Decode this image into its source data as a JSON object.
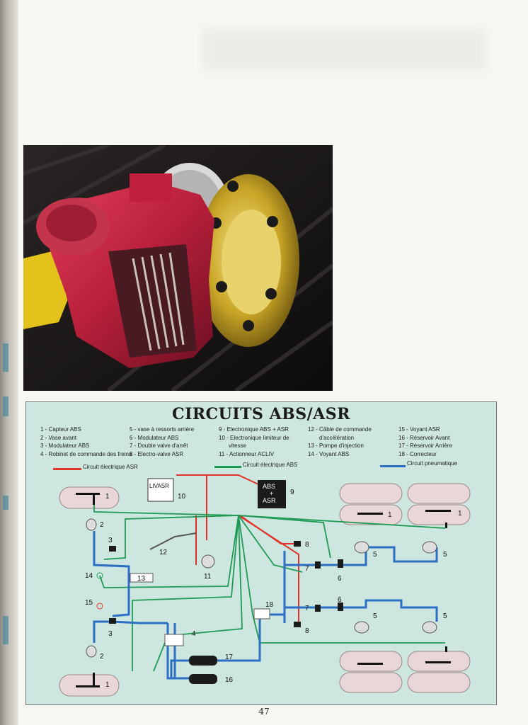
{
  "diagram": {
    "title": "CIRCUITS ABS/ASR",
    "legend_col1": [
      "1 - Capteur ABS",
      "2 - Vase avant",
      "3 - Modulateur ABS",
      "4 - Robinet de commande des freins"
    ],
    "legend_col2": [
      "5 - vase à ressorts arrière",
      "6 - Modulateur ABS",
      "7 - Double valve d'arrêt",
      "8 - Electro-valve ASR"
    ],
    "legend_col3": [
      "9 - Electronique ABS + ASR",
      "10 - Electronique limiteur de",
      "vitesse",
      "11 - Actionneur ACLIV"
    ],
    "legend_col4": [
      "12 - Câble de commande",
      "d'accélération",
      "13 - Pompe d'injection",
      "14 - Voyant ABS"
    ],
    "legend_col5": [
      "15 - Voyant ASR",
      "16 - Réservoir Avant",
      "17 - Réservoir Arrière",
      "18 - Correcteur"
    ],
    "circuit_labels": {
      "asr": "Circuit électrique ASR",
      "abs": "Circuit électrique ABS",
      "pneu": "Circuit pneumatique"
    },
    "circuit_colors": {
      "asr": "#e0322b",
      "abs": "#1f9a55",
      "pneu": "#2a6fc4"
    },
    "box_livasr": "LIVASR",
    "box_abs": "ABS",
    "box_plus": "+",
    "box_asr": "ASR",
    "numbers": {
      "n1a": "1",
      "n1b": "1",
      "n1c": "1",
      "n1d": "1",
      "n2a": "2",
      "n2b": "2",
      "n3a": "3",
      "n3b": "3",
      "n4": "4",
      "n5a": "5",
      "n5b": "5",
      "n5c": "5",
      "n5d": "5",
      "n6a": "6",
      "n6b": "6",
      "n7a": "7",
      "n7b": "7",
      "n8a": "8",
      "n8b": "8",
      "n9": "9",
      "n10": "10",
      "n11": "11",
      "n12": "12",
      "n13": "13",
      "n14": "14",
      "n15": "15",
      "n16": "16",
      "n17": "17",
      "n18": "18"
    }
  },
  "page_number": "47"
}
